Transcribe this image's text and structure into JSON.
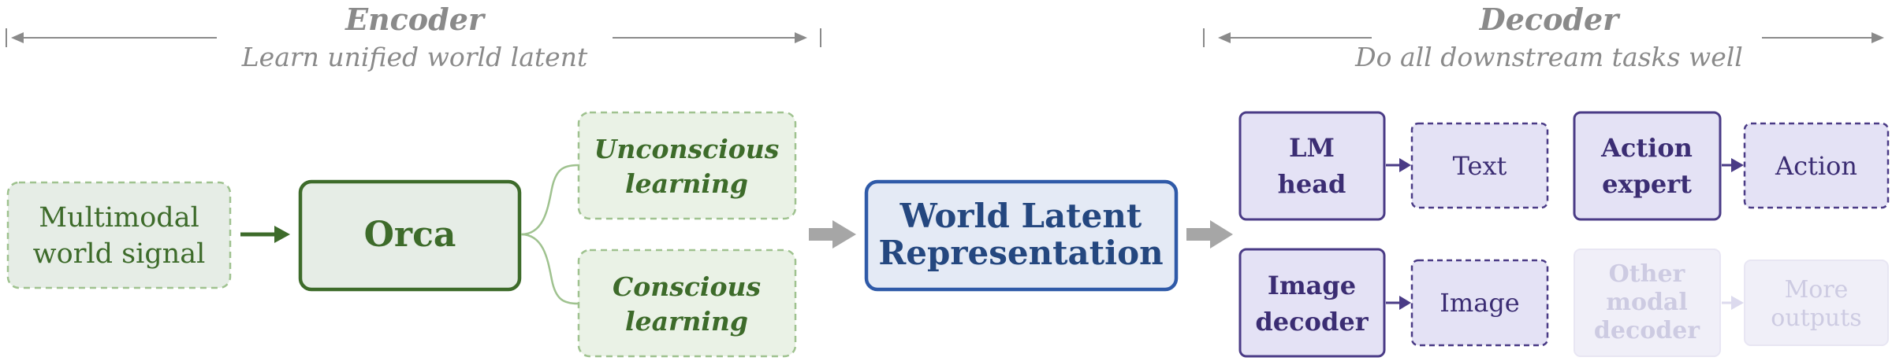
{
  "encoder": {
    "title": "Encoder",
    "subtitle": "Learn unified world latent"
  },
  "decoder": {
    "title": "Decoder",
    "subtitle": "Do all downstream tasks well"
  },
  "nodes": {
    "input": {
      "line1": "Multimodal",
      "line2": "world signal"
    },
    "orca": {
      "label": "Orca"
    },
    "unconscious": {
      "line1": "Unconscious",
      "line2": "learning"
    },
    "conscious": {
      "line1": "Conscious",
      "line2": "learning"
    },
    "latent": {
      "line1": "World Latent",
      "line2": "Representation"
    },
    "lm_head": {
      "line1": "LM",
      "line2": "head"
    },
    "text_out": {
      "label": "Text"
    },
    "action_expert": {
      "line1": "Action",
      "line2": "expert"
    },
    "action_out": {
      "label": "Action"
    },
    "image_decoder": {
      "line1": "Image",
      "line2": "decoder"
    },
    "image_out": {
      "label": "Image"
    },
    "other_decoder": {
      "line1": "Other",
      "line2": "modal",
      "line3": "decoder"
    },
    "more_outputs": {
      "line1": "More",
      "line2": "outputs"
    }
  },
  "colors": {
    "header_gray": "#8a8a8a",
    "green_dark": "#3d6b2a",
    "green_fill": "#e6ede6",
    "green_dashed_stroke": "#9fc28f",
    "green_light_fill": "#eaf2e6",
    "blue_dark": "#24477f",
    "blue_stroke": "#2f5aa8",
    "blue_fill": "#e4eaf5",
    "purple_dark": "#3b2d73",
    "purple_stroke": "#4a3b86",
    "purple_fill": "#e4e2f5",
    "faded_fill": "#f0eff8",
    "faded_text": "#cdcbe2",
    "arrow_gray": "#a6a6a6"
  }
}
